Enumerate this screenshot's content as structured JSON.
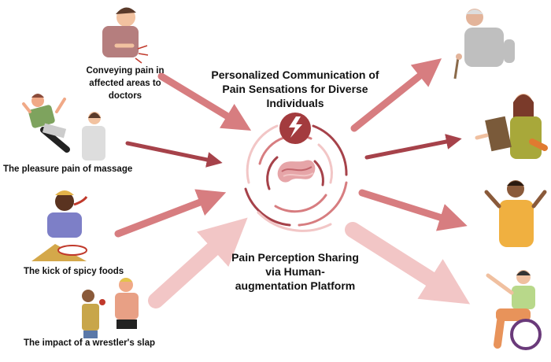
{
  "title_top": [
    "Personalized Communication of",
    "Pain Sensations for Diverse",
    "Individuals"
  ],
  "title_bottom": [
    "Pain Perception Sharing",
    "via Human-",
    "augmentation Platform"
  ],
  "scenarios": [
    {
      "lines": [
        "Conveying pain in",
        "affected areas to",
        "doctors"
      ]
    },
    {
      "lines": [
        "The pleasure pain of massage"
      ]
    },
    {
      "lines": [
        "The kick of spicy foods"
      ]
    },
    {
      "lines": [
        "The impact of a wrestler's slap"
      ]
    }
  ],
  "colors": {
    "dark_red": "#a6424a",
    "mid_red": "#d77d80",
    "light_pink": "#f2c6c6",
    "icon_red": "#a33b3e"
  }
}
